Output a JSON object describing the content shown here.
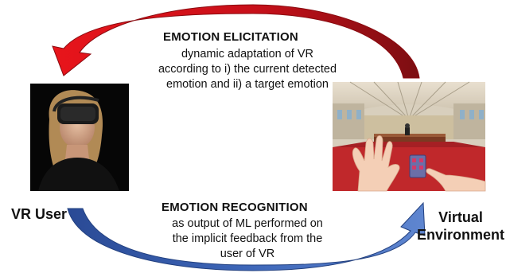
{
  "top_block": {
    "title": "EMOTION ELICITATION",
    "lines": [
      "dynamic adaptation of VR",
      "according to i) the current detected",
      "emotion and ii) a target emotion"
    ]
  },
  "bottom_block": {
    "title": "EMOTION RECOGNITION",
    "lines": [
      "as output of ML performed on",
      "the implicit feedback from the",
      "user of VR"
    ]
  },
  "left_node": {
    "label": "VR User"
  },
  "right_node": {
    "label_line1": "Virtual",
    "label_line2": "Environment"
  },
  "colors": {
    "top_arrow": "#d8141a",
    "bottom_arrow": "#2f57a8"
  }
}
